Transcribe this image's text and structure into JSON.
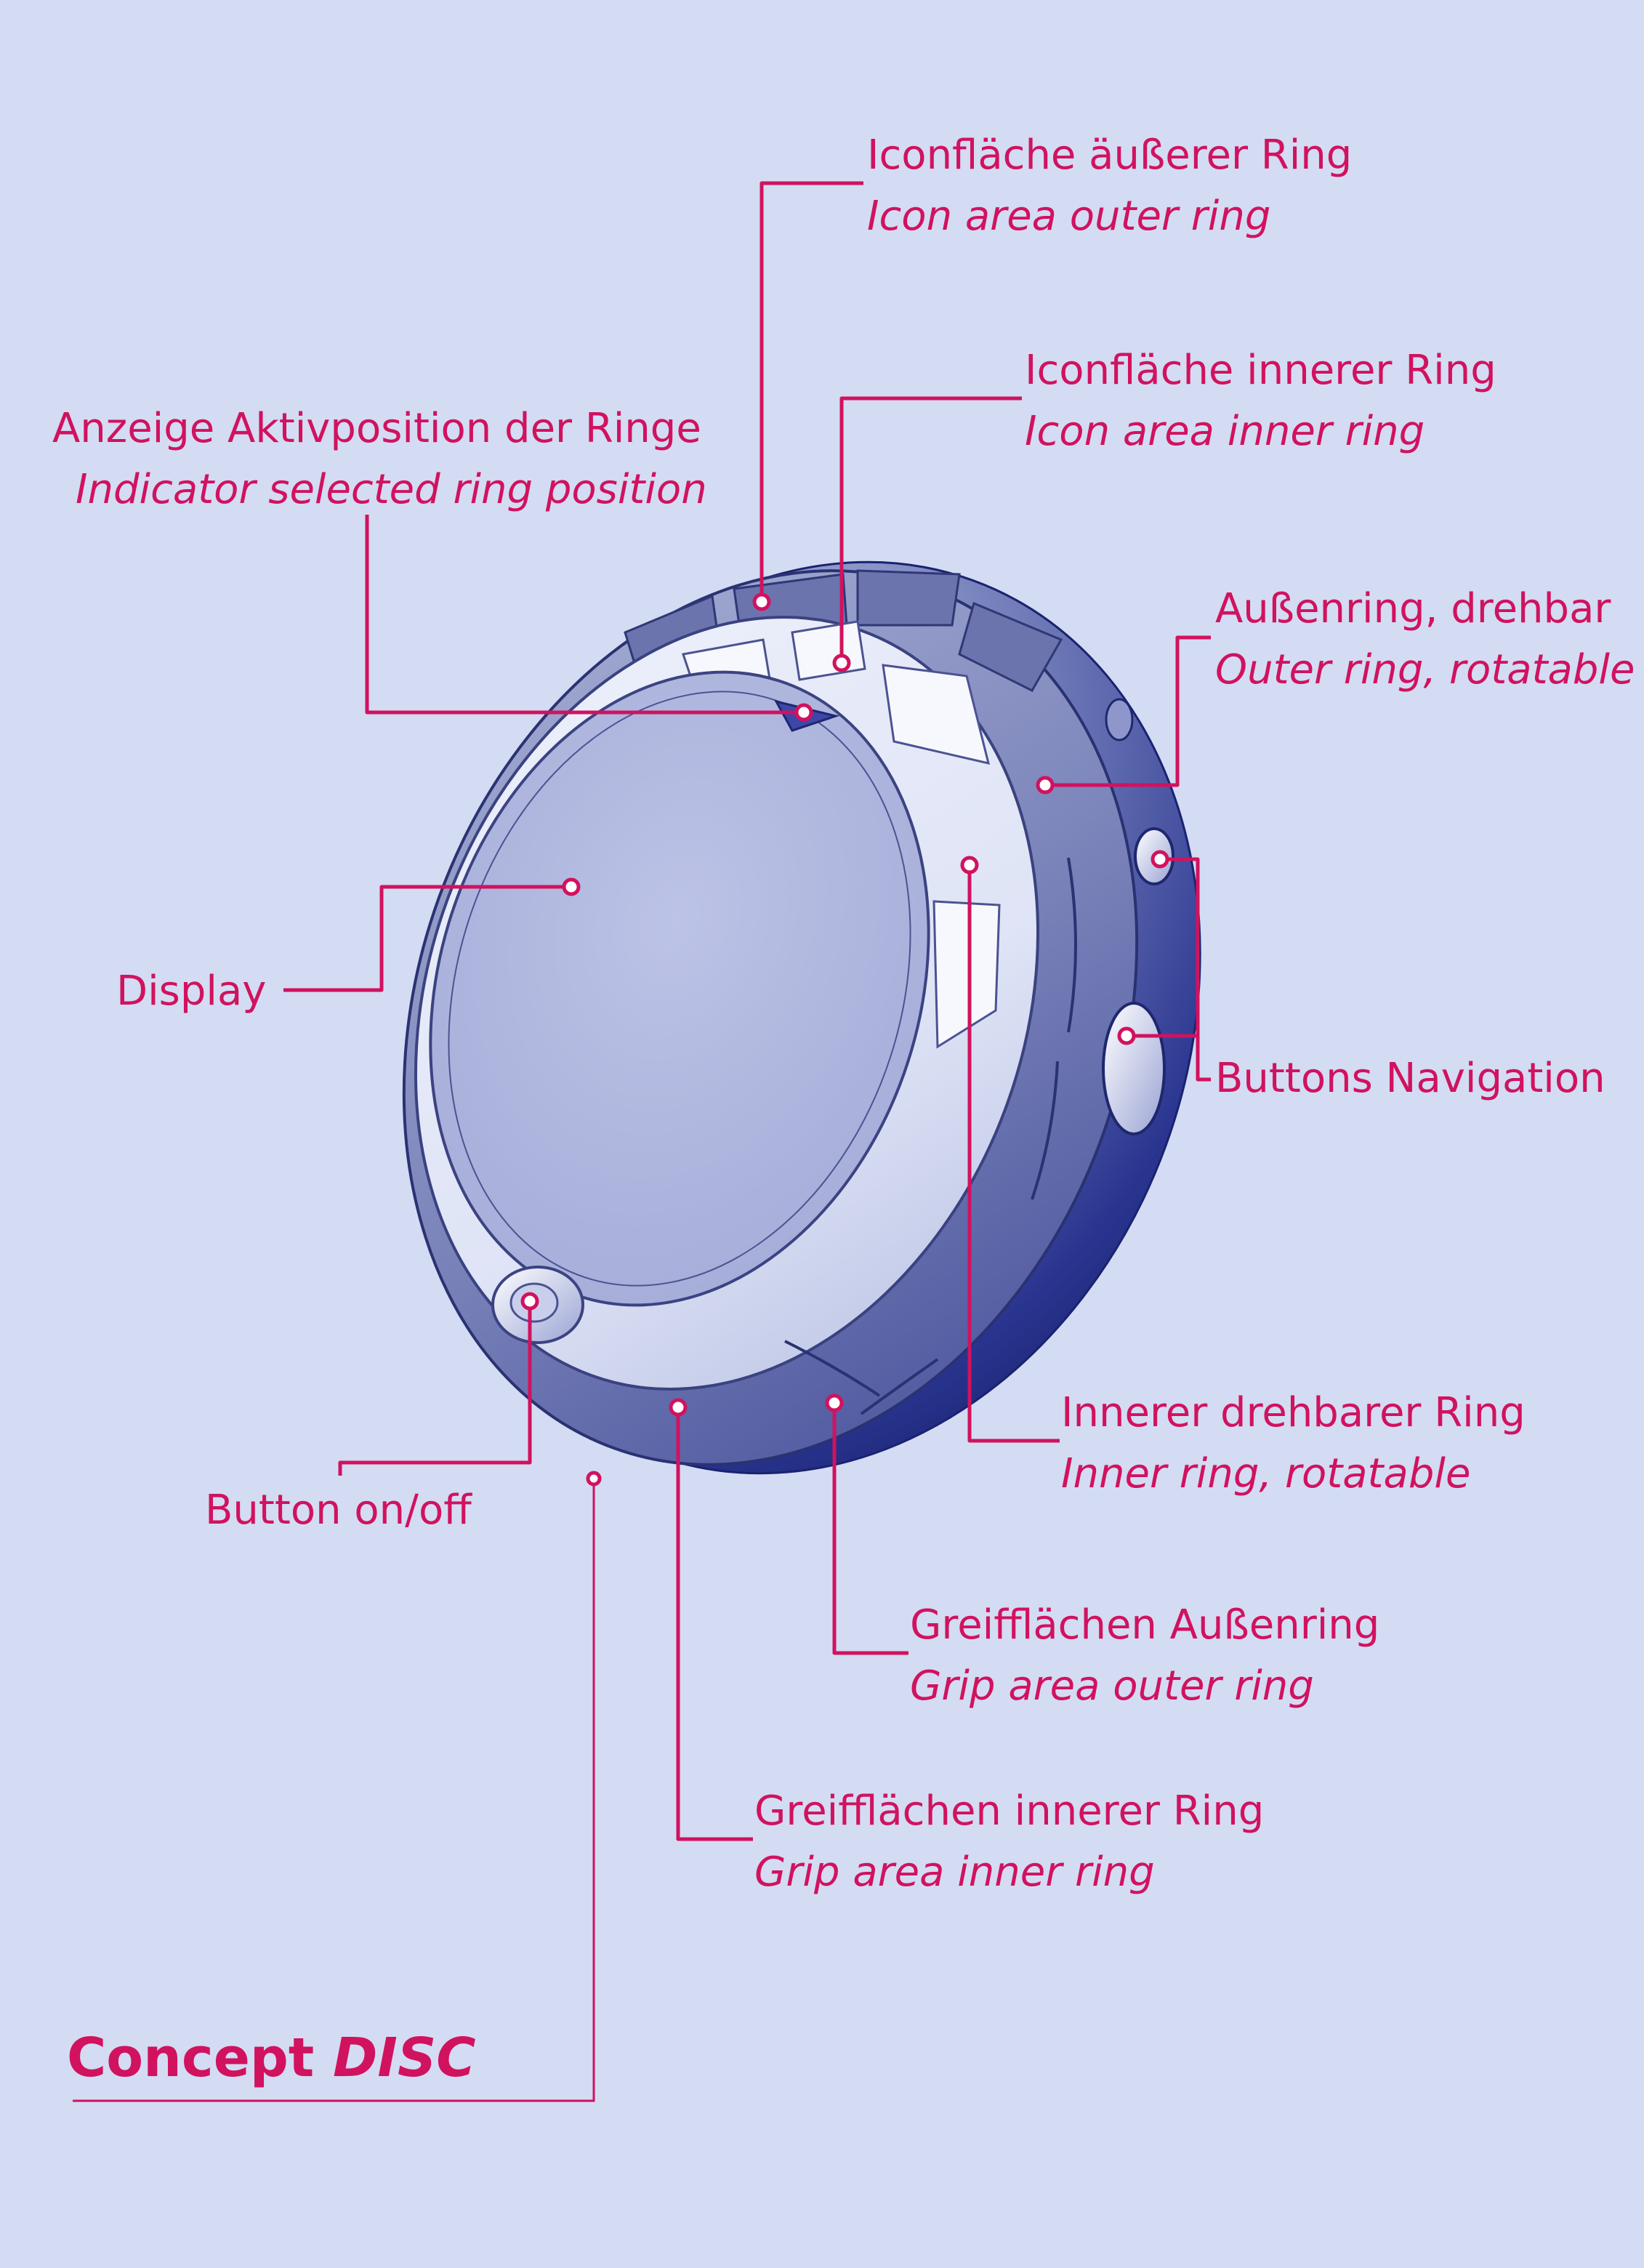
{
  "colors": {
    "background": "#d3dcf3",
    "accent": "#d1125f",
    "device_body": "#2b3a9a",
    "device_light": "#e8ecf8"
  },
  "callouts": [
    {
      "id": "icon-area-outer-ring",
      "de": "Iconfläche äußerer Ring",
      "en": "Icon area outer ring"
    },
    {
      "id": "icon-area-inner-ring",
      "de": "Iconfläche innerer Ring",
      "en": "Icon area inner ring"
    },
    {
      "id": "indicator",
      "de": "Anzeige Aktivposition der Ringe",
      "en": "Indicator selected ring position"
    },
    {
      "id": "outer-ring",
      "de": "Außenring, drehbar",
      "en": "Outer ring, rotatable"
    },
    {
      "id": "display",
      "de": "Display",
      "en": ""
    },
    {
      "id": "buttons-navigation",
      "de": "Buttons Navigation",
      "en": ""
    },
    {
      "id": "inner-ring",
      "de": "Innerer drehbarer Ring",
      "en": "Inner ring, rotatable"
    },
    {
      "id": "button-on-off",
      "de": "Button on/off",
      "en": ""
    },
    {
      "id": "grip-outer-ring",
      "de": "Greifflächen Außenring",
      "en": "Grip area outer ring"
    },
    {
      "id": "grip-inner-ring",
      "de": "Greifflächen innerer Ring",
      "en": "Grip area inner ring"
    }
  ],
  "title": {
    "bold": "Concept ",
    "italic": "DISC"
  }
}
